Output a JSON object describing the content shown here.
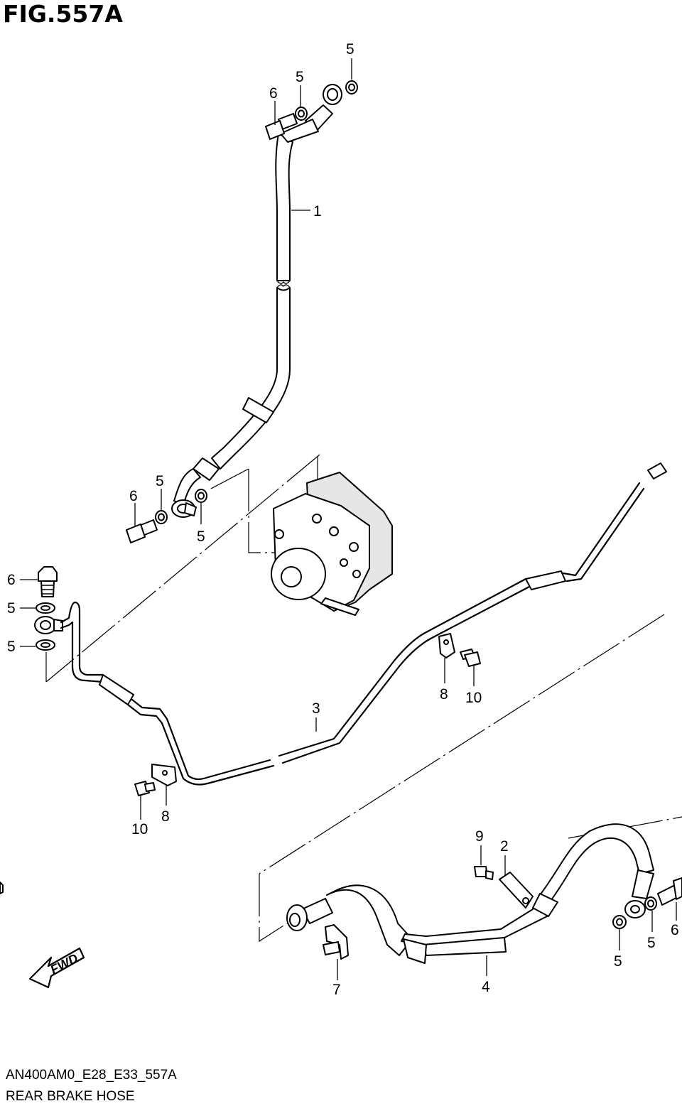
{
  "figure": {
    "title": "FIG.557A",
    "code": "AN400AM0_E28_E33_557A",
    "name": "REAR BRAKE HOSE",
    "fwd_label": "FWD"
  },
  "callouts": {
    "c1": "1",
    "c2": "2",
    "c3": "3",
    "c4": "4",
    "c5a": "5",
    "c5b": "5",
    "c5c": "5",
    "c5d": "5",
    "c5e": "5",
    "c5f": "5",
    "c5g": "5",
    "c5h": "5",
    "c6a": "6",
    "c6b": "6",
    "c6c": "6",
    "c6d": "6",
    "c7": "7",
    "c8a": "8",
    "c8b": "8",
    "c9": "9",
    "c10a": "10",
    "c10b": "10"
  }
}
